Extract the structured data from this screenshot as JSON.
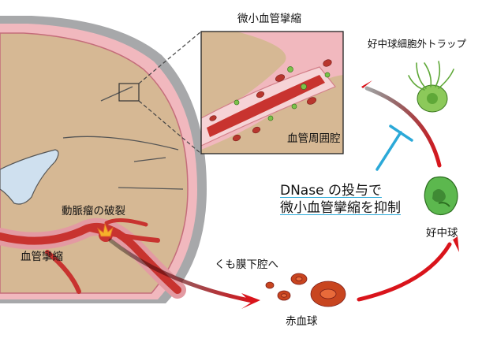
{
  "labels": {
    "inset_title": "微小血管攣縮",
    "perivascular_space": "血管周囲腔",
    "net": "好中球細胞外トラップ",
    "dnase_line1": "DNase の投与で",
    "dnase_line2": "微小血管攣縮を抑制",
    "neutrophil": "好中球",
    "aneurysm_rupture": "動脈瘤の破裂",
    "vasospasm": "血管攣縮",
    "to_subarachnoid": "くも膜下腔へ",
    "rbc": "赤血球"
  },
  "colors": {
    "skull": "#a7a8aa",
    "meninges": "#f1b8be",
    "brain": "#d6b894",
    "ventricle": "#cfe0ef",
    "vessel": "#c8332f",
    "arrow_red": "#d9141b",
    "inhibit_blue": "#2ba9d8",
    "neutrophil_green": "#5cb84e"
  },
  "icons": [
    "neutrophil-icon",
    "net-icon",
    "rbc-icon",
    "aneurysm-burst-icon",
    "inhibition-icon"
  ]
}
